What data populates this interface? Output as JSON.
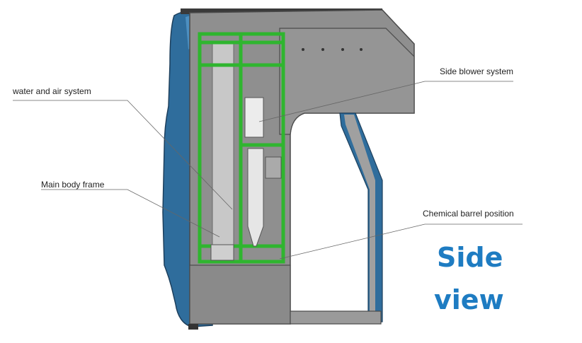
{
  "labels": {
    "water_air": "water and air system",
    "main_frame": "Main body frame",
    "side_blower": "Side blower system",
    "chemical_barrel": "Chemical  barrel position"
  },
  "title": {
    "line1": "Side",
    "line2": "view"
  },
  "colors": {
    "frame_green": "#2fb52f",
    "body_gray": "#8c8c8c",
    "panel_gray": "#9a9a9a",
    "shell_blue": "#2f6d9c",
    "title_blue": "#1e7cc2"
  }
}
